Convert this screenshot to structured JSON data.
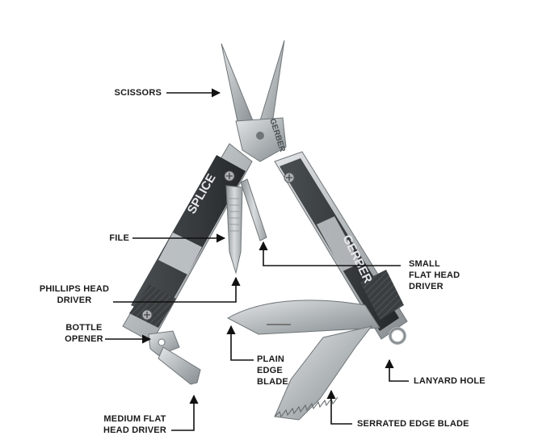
{
  "brand": {
    "model": "SPLICE",
    "maker_top": "GERBER",
    "maker_handle": "GERBER"
  },
  "labels": {
    "scissors": "SCISSORS",
    "file": "FILE",
    "phillips_1": "PHILLIPS HEAD",
    "phillips_2": "DRIVER",
    "bottle_1": "BOTTLE",
    "bottle_2": "OPENER",
    "medium_1": "MEDIUM FLAT",
    "medium_2": "HEAD DRIVER",
    "small_1": "SMALL",
    "small_2": "FLAT HEAD",
    "small_3": "DRIVER",
    "plain_1": "PLAIN",
    "plain_2": "EDGE",
    "plain_3": "BLADE",
    "lanyard": "LANYARD HOLE",
    "serrated": "SERRATED EDGE BLADE"
  },
  "colors": {
    "handle": "#3c4042",
    "steel": "#b9bdc0",
    "steel_dark": "#7f8588",
    "arrow": "#111111"
  },
  "icons": [
    "screw-icon",
    "screw-icon",
    "screw-icon"
  ]
}
